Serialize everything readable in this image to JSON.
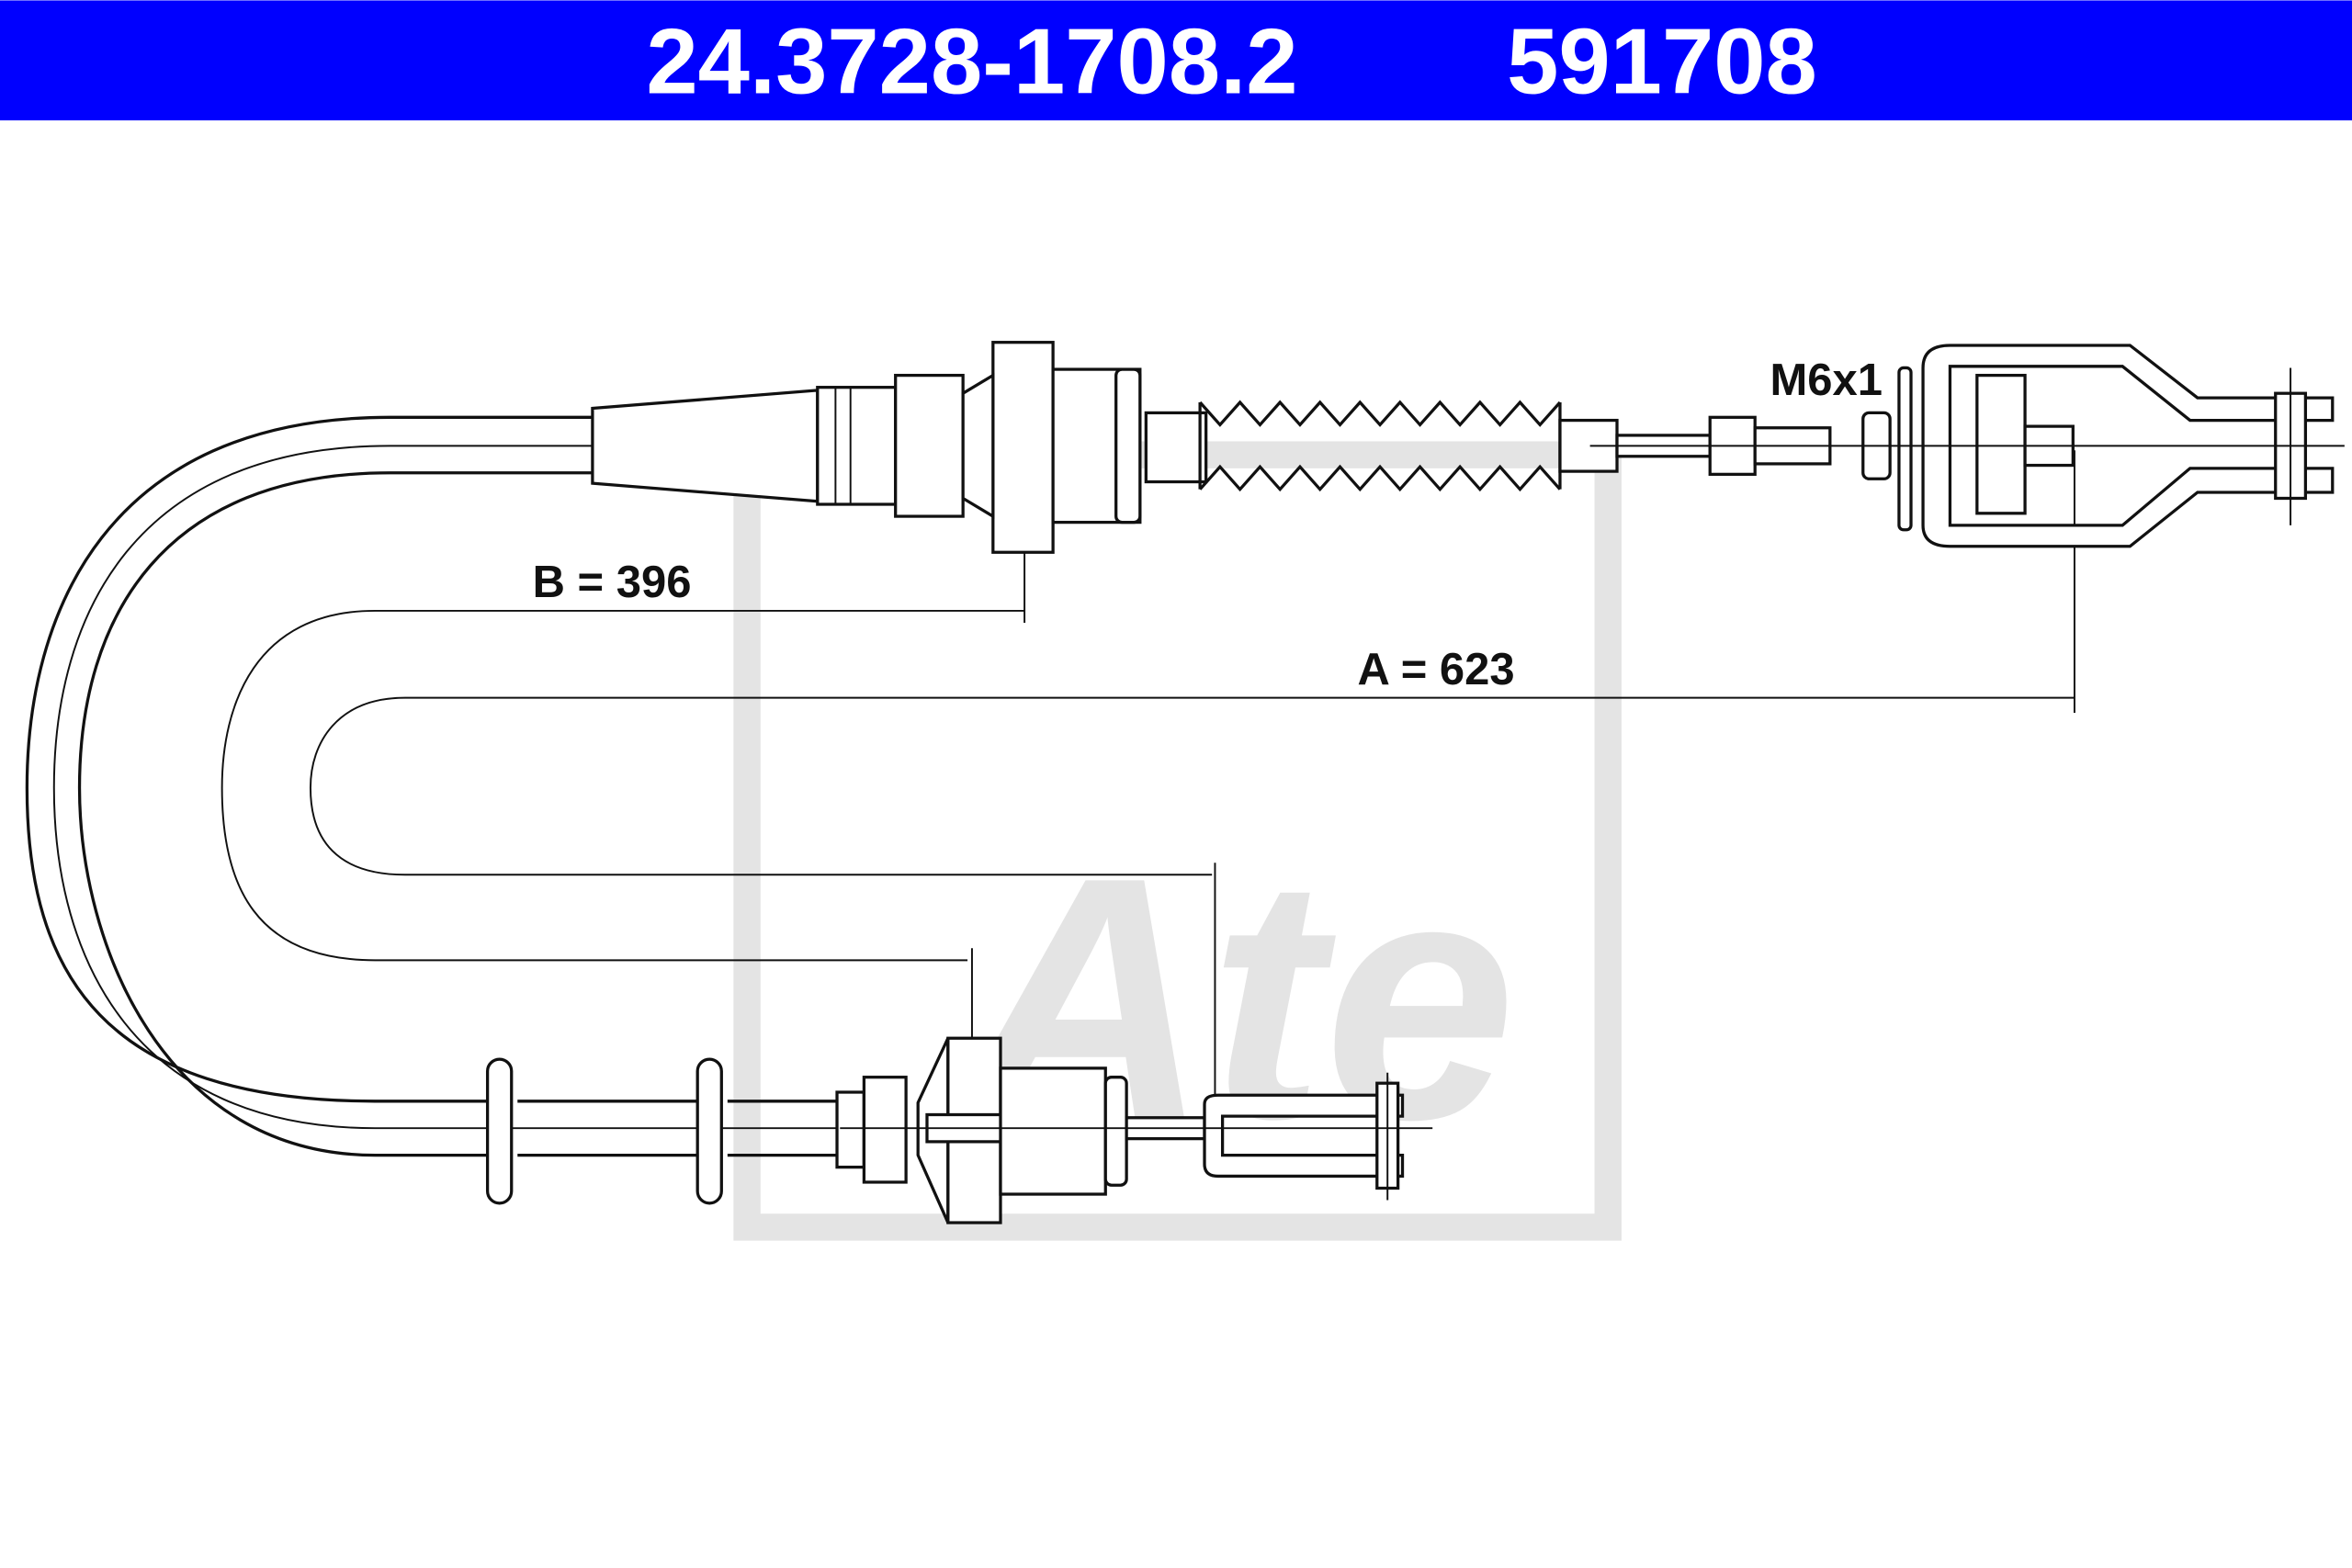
{
  "header": {
    "part_number": "24.3728-1708.2",
    "ref_number": "591708",
    "background_color": "#0000ff"
  },
  "dimensions": {
    "b_label": "B = 396",
    "a_label": "A = 623",
    "thread_label": "M6x1"
  },
  "watermark": {
    "logo_text": "Ate"
  }
}
